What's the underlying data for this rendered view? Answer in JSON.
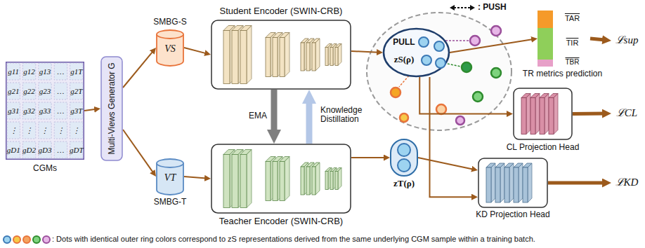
{
  "diagram": {
    "nodes": [
      {
        "text": [
          "CGMs"
        ]
      },
      {
        "text": [
          "Multi-Views Generator G"
        ]
      },
      {
        "text": [
          "SMBG-S",
          "VS"
        ]
      },
      {
        "text": [
          "SMBG-T",
          "VT"
        ]
      },
      {
        "text": [
          "Student Encoder (SWIN-CRB)"
        ]
      },
      {
        "text": [
          "Teacher Encoder (SWIN-CRB)"
        ]
      },
      {
        "text": [
          "PULL",
          "zS(ρ)"
        ]
      },
      {
        "text": [
          "zT(ρ)"
        ]
      },
      {
        "text": [
          "TAR",
          "TIR",
          "TBR",
          "TR metrics prediction"
        ]
      },
      {
        "text": [
          "CL Projection Head"
        ]
      },
      {
        "text": [
          "KD Projection Head"
        ]
      },
      {
        "text": [
          "ℒsup"
        ]
      },
      {
        "text": [
          "ℒCL"
        ]
      },
      {
        "text": [
          "ℒKD"
        ]
      }
    ],
    "edges": [
      {
        "from": 0,
        "to": 1,
        "arrow": "to"
      },
      {
        "from": 1,
        "to": 2,
        "arrow": "to"
      },
      {
        "from": 1,
        "to": 3,
        "arrow": "to"
      },
      {
        "from": 2,
        "to": 4,
        "arrow": "to"
      },
      {
        "from": 3,
        "to": 5,
        "arrow": "to"
      },
      {
        "from": 4,
        "to": 5,
        "label": "EMA",
        "arrow": "to"
      },
      {
        "from": 5,
        "to": 4,
        "label": "Knowledge Distillation",
        "arrow": "to"
      },
      {
        "from": 4,
        "to": 6,
        "arrow": "to"
      },
      {
        "from": 5,
        "to": 7,
        "arrow": "to"
      },
      {
        "from": 6,
        "to": 8,
        "arrow": "to"
      },
      {
        "from": 6,
        "to": 9,
        "arrow": "to"
      },
      {
        "from": 6,
        "to": 10,
        "arrow": "to"
      },
      {
        "from": 7,
        "to": 10,
        "arrow": "to"
      },
      {
        "from": 8,
        "to": 11,
        "arrow": "to"
      },
      {
        "from": 9,
        "to": 12,
        "arrow": "to"
      },
      {
        "from": 10,
        "to": 13,
        "arrow": "to"
      }
    ],
    "labels": [
      "g11",
      "g12",
      "g13",
      "…",
      "g1T",
      "g21",
      "g22",
      "g23",
      "…",
      "g2T",
      "g31",
      "g32",
      "g33",
      "…",
      "g3T",
      "⋮",
      "⋮",
      "⋮",
      "⋮",
      "⋮",
      "gD1",
      "gD2",
      "gD3",
      "…",
      "gDT"
    ],
    "legend": [
      {
        "text": ": PUSH"
      },
      {
        "text": ": Dots with identical outer ring colors correspond to zS representations derived from the same underlying CGM sample within a training batch."
      }
    ]
  }
}
